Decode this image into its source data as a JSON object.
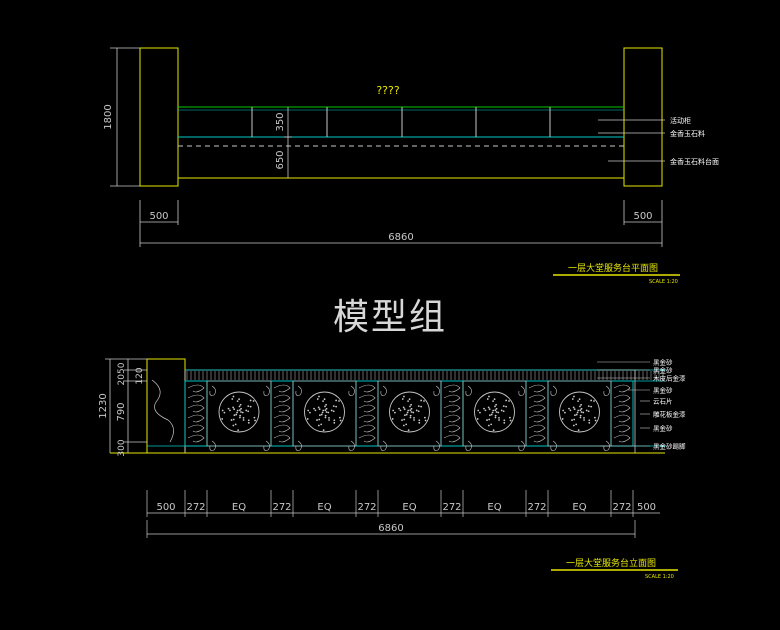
{
  "watermark": "模型组",
  "colors": {
    "background": "#000000",
    "yellow": "#e6e600",
    "cyan": "#00c8c8",
    "green": "#00c800",
    "white": "#ffffff",
    "grey": "#c8c8c8"
  },
  "plan": {
    "center_label": "????",
    "dims": {
      "height_total": "1800",
      "upper": "350",
      "lower": "650",
      "left_end": "500",
      "right_end": "500",
      "overall": "6860"
    },
    "callouts": [
      "活动柜",
      "金香玉石料",
      "金香玉石料台面"
    ],
    "title": "一层大堂服务台平面图",
    "scale": "SCALE  1:20"
  },
  "elevation": {
    "dims_left": [
      "1230",
      "2050",
      "120",
      "790",
      "300"
    ],
    "bottom_dims": [
      "500",
      "272",
      "EQ",
      "272",
      "EQ",
      "272",
      "EQ",
      "272",
      "EQ",
      "272",
      "EQ",
      "272",
      "500"
    ],
    "overall": "6860",
    "callouts": [
      "黑金砂",
      "黑金砂",
      "木皮后金漆",
      "黑金砂",
      "云石片",
      "雕花板金漆",
      "黑金砂",
      "黑金砂踢脚"
    ],
    "title": "一层大堂服务台立面图",
    "scale": "SCALE  1:20"
  }
}
